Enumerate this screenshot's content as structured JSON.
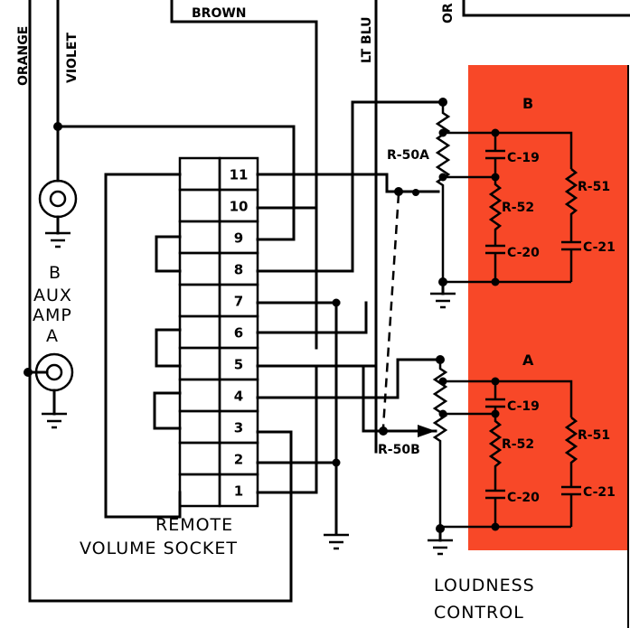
{
  "diagram": {
    "highlight_color": "#F84828",
    "wire_labels": {
      "orange": "ORANGE",
      "violet": "VIOLET",
      "brown": "BROWN",
      "lt_blue": "LT BLU",
      "orange_partial": "OR"
    },
    "aux_amp": {
      "label_b": "B",
      "label_aux": "AUX",
      "label_amp": "AMP",
      "label_a": "A"
    },
    "socket": {
      "title_line1": "REMOTE",
      "title_line2": "VOLUME SOCKET",
      "pins": [
        "11",
        "10",
        "9",
        "8",
        "7",
        "6",
        "5",
        "4",
        "3",
        "2",
        "1"
      ]
    },
    "potentiometers": {
      "upper": "R-50A",
      "lower": "R-50B"
    },
    "networks": [
      {
        "name": "B",
        "label": "B",
        "components": {
          "c_top": "C-19",
          "r_mid": "R-52",
          "c_bot": "C-20",
          "r_right": "R-51",
          "c_right": "C-21"
        }
      },
      {
        "name": "A",
        "label": "A",
        "components": {
          "c_top": "C-19",
          "r_mid": "R-52",
          "c_bot": "C-20",
          "r_right": "R-51",
          "c_right": "C-21"
        }
      }
    ],
    "section_title_line1": "LOUDNESS",
    "section_title_line2": "CONTROL"
  }
}
